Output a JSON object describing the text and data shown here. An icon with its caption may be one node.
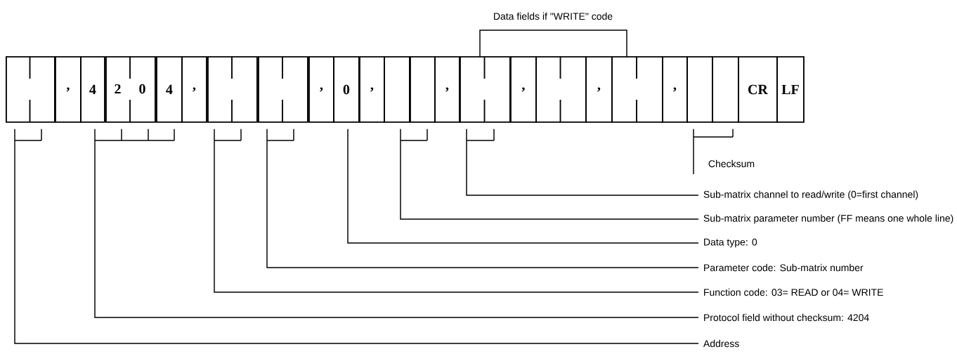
{
  "diagram": {
    "nodes": [
      {
        "text": [],
        "shape": "box"
      },
      {
        "text": [
          ","
        ]
      },
      {
        "text": [
          "4"
        ]
      },
      {
        "text": [
          "2",
          "0"
        ]
      },
      {
        "text": [
          "4"
        ]
      },
      {
        "text": [
          ","
        ]
      },
      {
        "text": [],
        "shape": "box"
      },
      {
        "text": [],
        "shape": "box"
      },
      {
        "text": [
          ","
        ]
      },
      {
        "text": [
          "0"
        ]
      },
      {
        "text": [
          ","
        ]
      },
      {
        "text": [],
        "shape": "box"
      },
      {
        "text": [],
        "shape": "box"
      },
      {
        "text": [
          ","
        ]
      },
      {
        "text": [],
        "shape": "box"
      },
      {
        "text": [
          ","
        ]
      },
      {
        "text": [],
        "shape": "box"
      },
      {
        "text": [
          ","
        ]
      },
      {
        "text": [],
        "shape": "box"
      },
      {
        "text": [
          ","
        ]
      },
      {
        "text": [],
        "shape": "box"
      },
      {
        "text": [],
        "shape": "box"
      },
      {
        "text": [
          "CR"
        ]
      },
      {
        "text": [
          "LF"
        ]
      },
      {
        "text": [
          "Checksum"
        ]
      },
      {
        "text": [
          "Sub-matrix channel to read/write (0=first channel)"
        ]
      },
      {
        "text": [
          "Sub-matrix parameter number (FF means one whole line)"
        ]
      },
      {
        "text": [
          "Data type: 0"
        ]
      },
      {
        "text": [
          "Parameter code: Sub-matrix number"
        ]
      },
      {
        "text": [
          "Function code: 03= READ or 04= WRITE"
        ]
      },
      {
        "text": [
          "Protocol field without checksum: 4204"
        ]
      },
      {
        "text": [
          "Address"
        ]
      }
    ],
    "edges": [
      {
        "from": 24,
        "to": 20,
        "arrow": "none"
      },
      {
        "from": 24,
        "to": 21,
        "arrow": "none"
      },
      {
        "from": 25,
        "to": 14,
        "arrow": "none"
      },
      {
        "from": 26,
        "to": 11,
        "arrow": "none"
      },
      {
        "from": 26,
        "to": 12,
        "arrow": "none"
      },
      {
        "from": 27,
        "to": 9,
        "arrow": "none"
      },
      {
        "from": 28,
        "to": 7,
        "arrow": "none"
      },
      {
        "from": 29,
        "to": 6,
        "arrow": "none"
      },
      {
        "from": 30,
        "to": 2,
        "arrow": "none"
      },
      {
        "from": 30,
        "to": 3,
        "arrow": "none"
      },
      {
        "from": 30,
        "to": 4,
        "arrow": "none"
      },
      {
        "from": 31,
        "to": 0,
        "arrow": "none"
      }
    ],
    "labels": [
      "Data fields if \"WRITE\" code"
    ]
  }
}
